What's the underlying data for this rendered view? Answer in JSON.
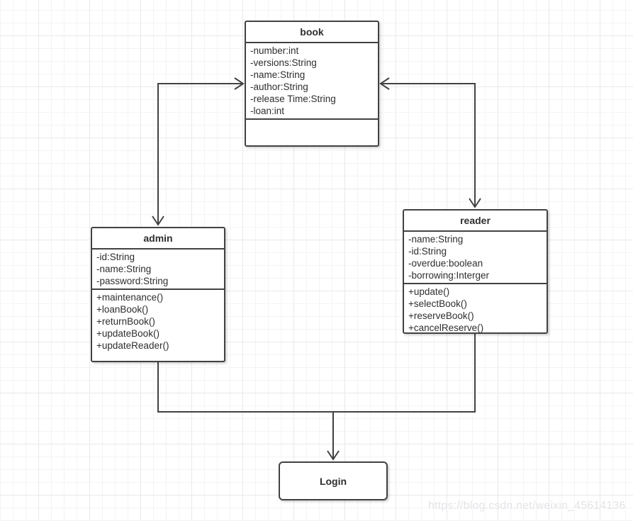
{
  "diagram": {
    "kind": "uml-class-diagram",
    "watermark": "https://blog.csdn.net/weixin_45614136",
    "colors": {
      "stroke": "#424242",
      "text": "#2e2e2e",
      "background": "#ffffff",
      "grid_minor": "#f4f4f6",
      "grid_major": "#e9e9ed",
      "watermark": "#e4e4e8"
    }
  },
  "classes": [
    {
      "id": "book",
      "title": "book",
      "attributes": [
        "-number:int",
        "-versions:String",
        "-name:String",
        "-author:String",
        "-release Time:String",
        "-loan:int"
      ],
      "methods": []
    },
    {
      "id": "admin",
      "title": "admin",
      "attributes": [
        "-id:String",
        "-name:String",
        "-password:String"
      ],
      "methods": [
        "+maintenance()",
        "+loanBook()",
        "+returnBook()",
        "+updateBook()",
        "+updateReader()"
      ]
    },
    {
      "id": "reader",
      "title": "reader",
      "attributes": [
        "-name:String",
        "-id:String",
        "-overdue:boolean",
        "-borrowing:Interger"
      ],
      "methods": [
        "+update()",
        "+selectBook()",
        "+reserveBook()",
        "+cancelReserve()"
      ]
    }
  ],
  "login": {
    "label": "Login"
  },
  "connections": [
    {
      "id": "book-admin",
      "between": [
        "book",
        "admin"
      ],
      "arrows": [
        "into book left side",
        "into admin top"
      ]
    },
    {
      "id": "book-reader",
      "between": [
        "book",
        "reader"
      ],
      "arrows": [
        "into book right side",
        "into reader top"
      ]
    },
    {
      "id": "admin-reader-login",
      "between": [
        "admin",
        "reader",
        "Login"
      ],
      "arrows": [
        "into Login top"
      ]
    }
  ]
}
